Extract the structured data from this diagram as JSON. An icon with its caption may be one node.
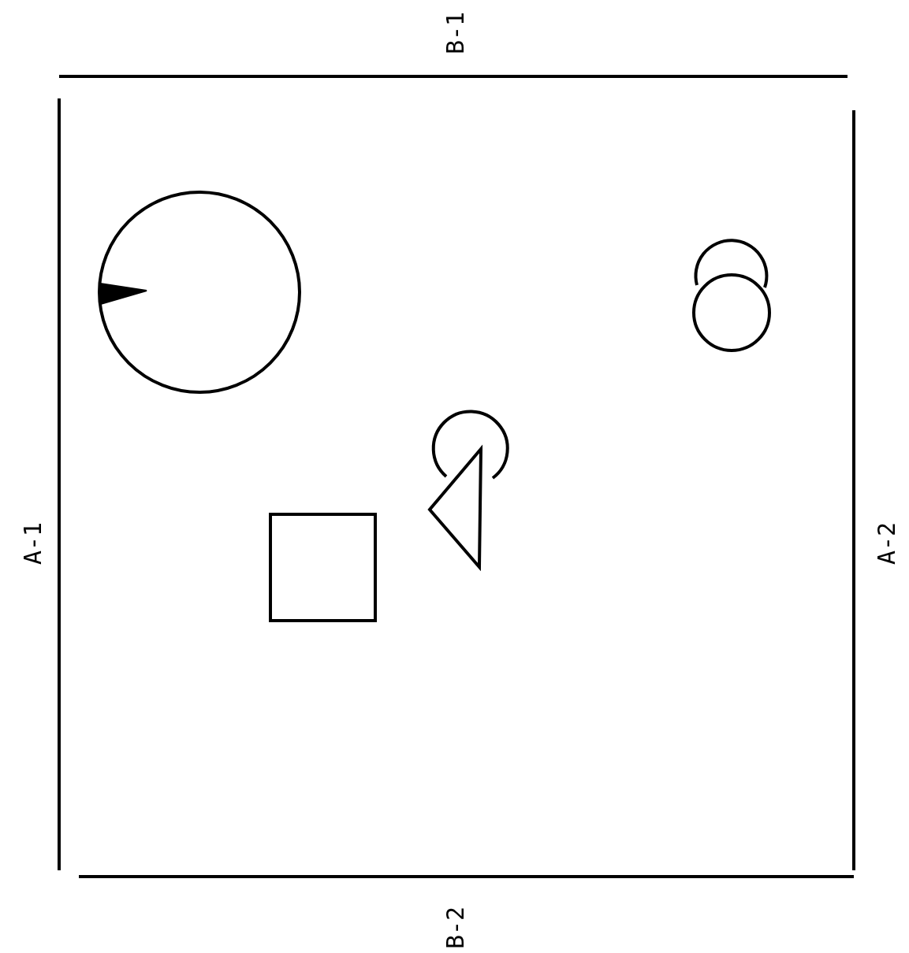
{
  "diagram": {
    "labels": [
      "B-1",
      "A-1",
      "A-2",
      "B-2"
    ]
  }
}
